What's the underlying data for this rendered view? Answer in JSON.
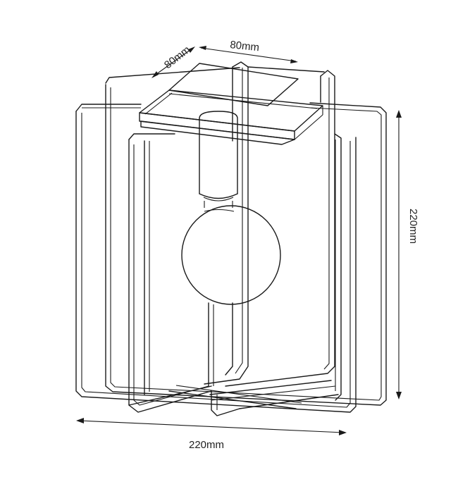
{
  "dimensions": {
    "depth": "80mm",
    "base_width": "80mm",
    "height": "220mm",
    "width": "220mm"
  }
}
